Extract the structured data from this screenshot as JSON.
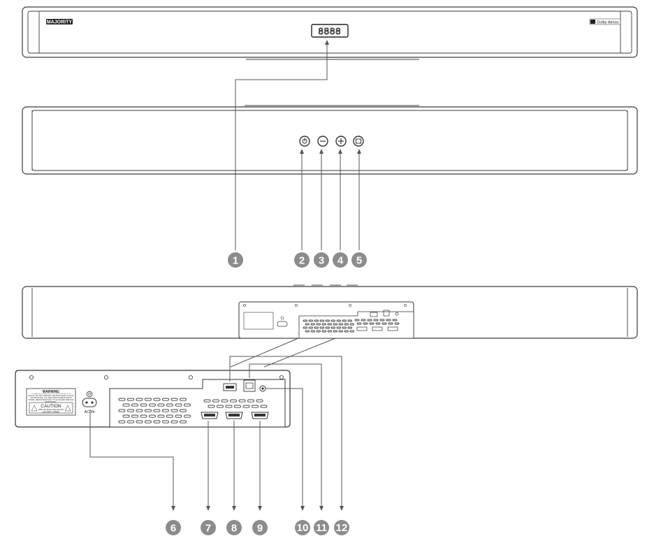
{
  "brand": "MAJORITY",
  "badge": "Dolby Atmos",
  "display": "8888",
  "warning": {
    "title": "WARNING",
    "body": "TO REDUCE THE RISK OF FIRE OR ELECTRIC SHOCK, DO NOT EXPOSE THIS APPLIANCE TO RAIN OR MOISTURE. NO USER SERVICEABLE PARTS INSIDE. REFER SERVICING TO QUALIFIED SERVICE PERSONNEL.",
    "caution": "CAUTION",
    "caution_sub": "RISK OF ELECTRIC SHOCK",
    "do_not_open": "DO NOT OPEN"
  },
  "ac_label": "AC IN",
  "callouts": {
    "c1": "1",
    "c2": "2",
    "c3": "3",
    "c4": "4",
    "c5": "5",
    "c6": "6",
    "c7": "7",
    "c8": "8",
    "c9": "9",
    "c10": "10",
    "c11": "11",
    "c12": "12"
  },
  "colors": {
    "line": "#3a3a3a",
    "callout": "#8c8c8c"
  }
}
